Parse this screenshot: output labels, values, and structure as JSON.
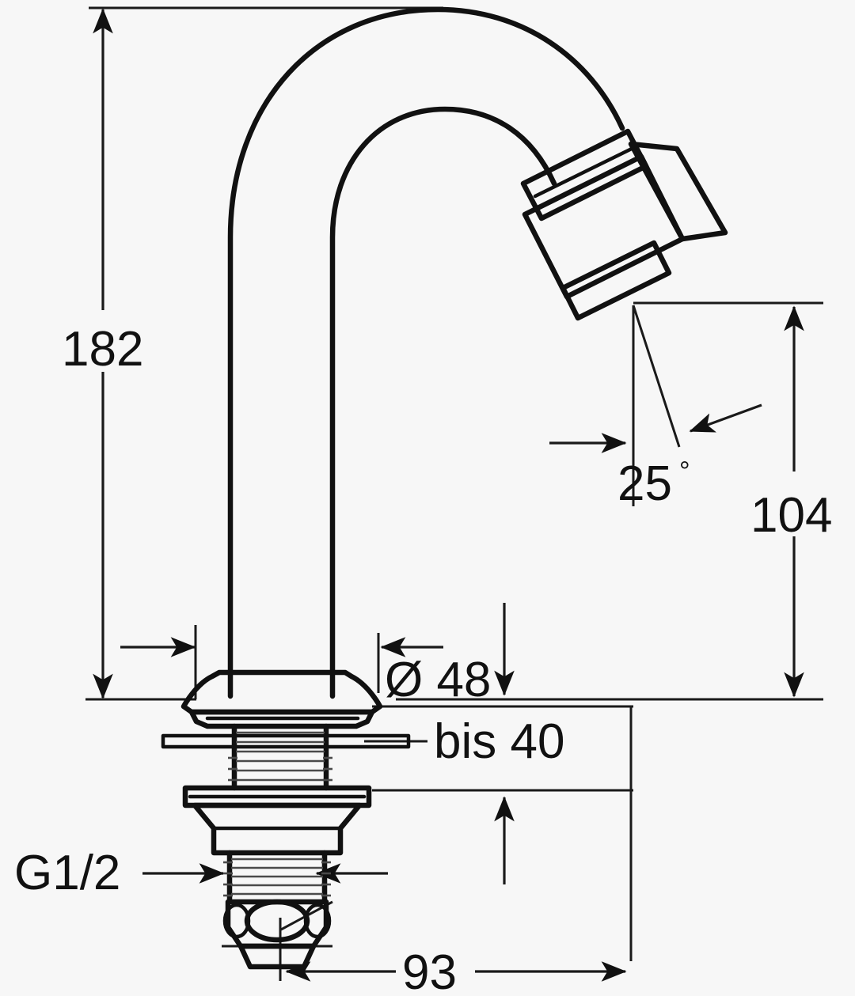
{
  "drawing": {
    "title": "Technical dimension drawing of a basin pillar tap / faucet",
    "units": "mm",
    "background_color": "#f7f7f7",
    "line_color": "#111111"
  },
  "dimensions": {
    "overall_height": {
      "label": "182",
      "name": "overall-height-dimension",
      "orientation": "vertical",
      "side": "left"
    },
    "spout_height": {
      "label": "104",
      "name": "spout-outlet-height-dimension",
      "orientation": "vertical",
      "side": "right"
    },
    "spout_reach": {
      "label": "93",
      "name": "spout-reach-dimension",
      "orientation": "horizontal",
      "side": "bottom"
    },
    "base_diameter": {
      "label": "Ø 48",
      "name": "base-diameter-dimension",
      "orientation": "horizontal"
    },
    "outlet_angle": {
      "label": "25",
      "degree_symbol": "°",
      "name": "outlet-angle-dimension"
    },
    "thread_size": {
      "label": "G1/2",
      "name": "thread-size-label"
    },
    "mounting_thickness": {
      "label": "bis 40",
      "name": "mounting-thickness-label"
    }
  },
  "parts": {
    "spout": "gooseneck-spout",
    "aerator": "angled-aerator-head",
    "flange": "conical-base-flange",
    "shank": "threaded-shank",
    "washer": "mounting-washer",
    "nut": "hex-coupling-nut",
    "tailpiece": "threaded-tailpiece"
  }
}
